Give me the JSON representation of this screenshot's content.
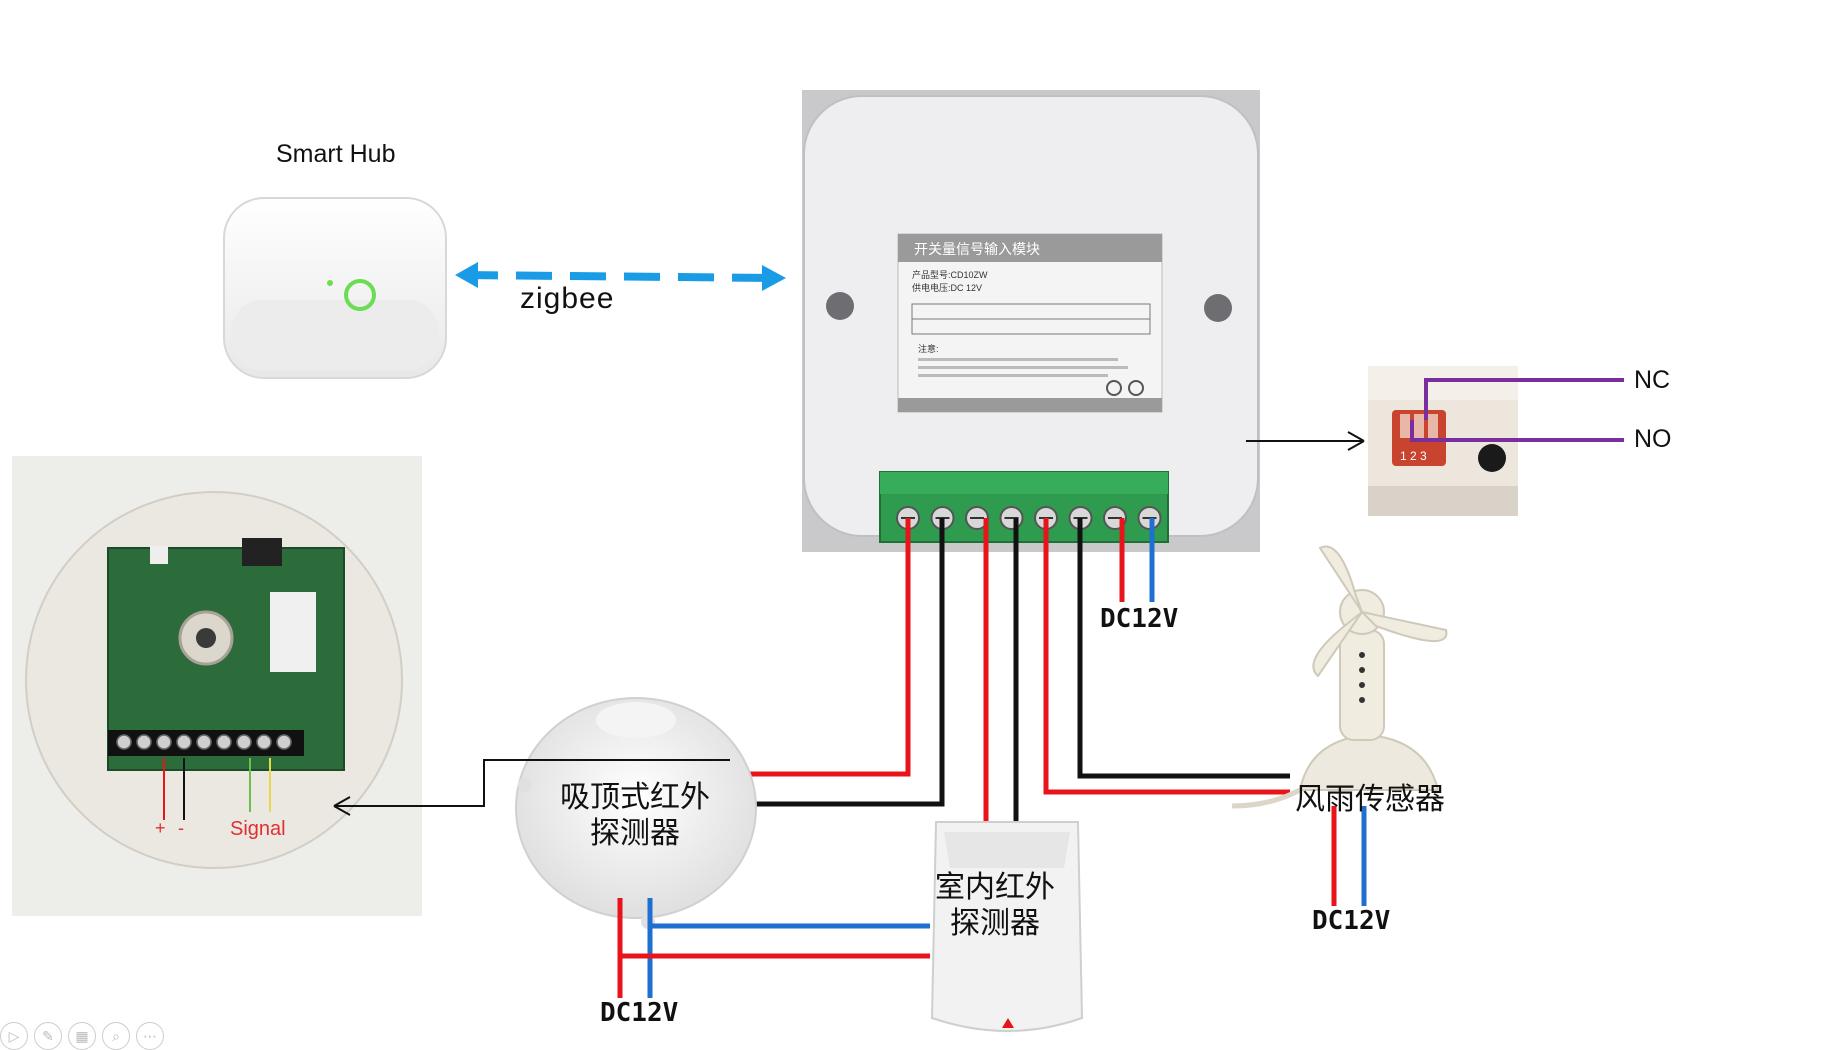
{
  "hub": {
    "label": "Smart Hub"
  },
  "link": {
    "label": "zigbee"
  },
  "module": {
    "label_title": "开关量信号输入模块",
    "model_line": "产品型号:CD10ZW",
    "voltage_line": "供电电压:DC 12V",
    "note_line": "注意:"
  },
  "dip_switch": {
    "nc_label": "NC",
    "no_label": "NO",
    "digits": "1 2 3"
  },
  "power": {
    "top": "DC12V",
    "right": "DC12V",
    "bottom": "DC12V"
  },
  "devices": {
    "ceiling_pir": "吸顶式红外探测器",
    "indoor_pir": "室内红外探测器",
    "wind_rain": "风雨传感器"
  },
  "pcb": {
    "signal": "Signal",
    "plus": "+",
    "minus": "-"
  },
  "colors": {
    "wire_red": "#e8141c",
    "wire_black": "#111111",
    "wire_blue": "#1e6fd0",
    "zigbee_arrow": "#1a9be6",
    "purple": "#7a2e9e",
    "terminal_green": "#2e9b4e"
  }
}
